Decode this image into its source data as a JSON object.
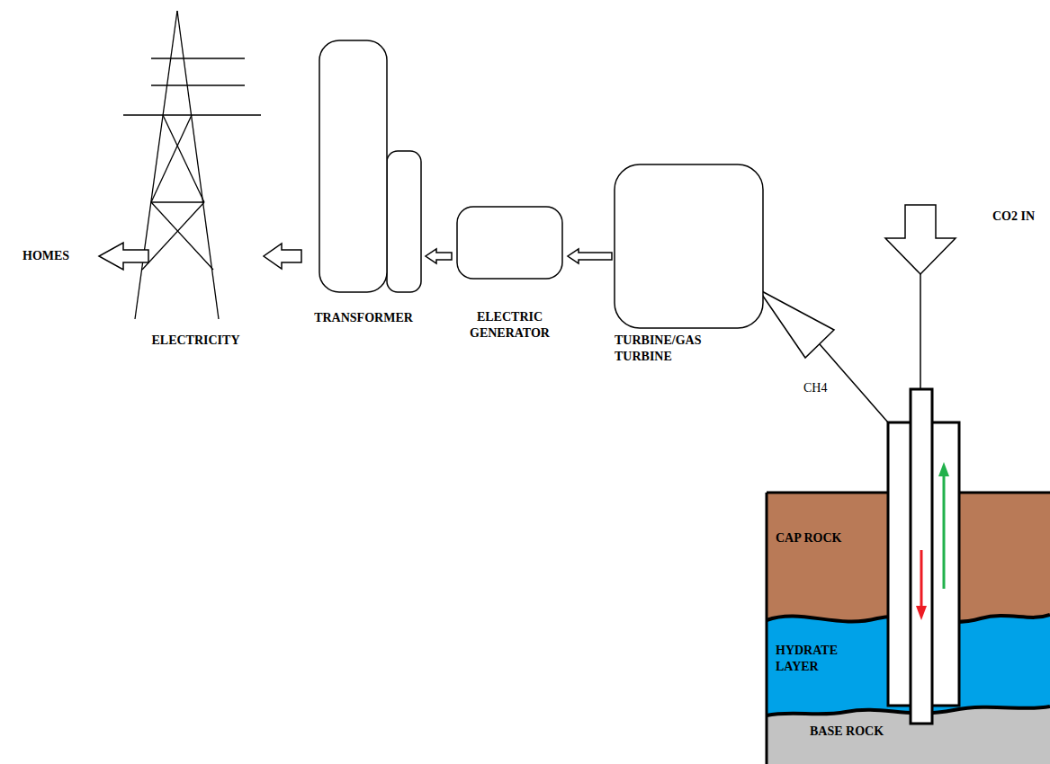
{
  "diagram": {
    "nodes": [
      {
        "text": [
          "ELECTRICITY"
        ]
      },
      {
        "text": [
          "TRANSFORMER"
        ]
      },
      {
        "text": [
          "ELECTRIC GENERATOR"
        ]
      },
      {
        "text": [
          "TURBINE/GAS TURBINE"
        ]
      },
      {
        "text": [
          "CAP ROCK"
        ]
      },
      {
        "text": [
          "HYDRATE LAYER"
        ]
      },
      {
        "text": [
          "BASE ROCK"
        ]
      }
    ],
    "edges": [
      {
        "from": 3,
        "to": 2,
        "arrow": "to"
      },
      {
        "from": 2,
        "to": 1,
        "arrow": "to"
      },
      {
        "from": 1,
        "to": 0,
        "arrow": "to"
      }
    ],
    "labels": [
      "HOMES",
      "CO2 IN",
      "CH4"
    ]
  }
}
